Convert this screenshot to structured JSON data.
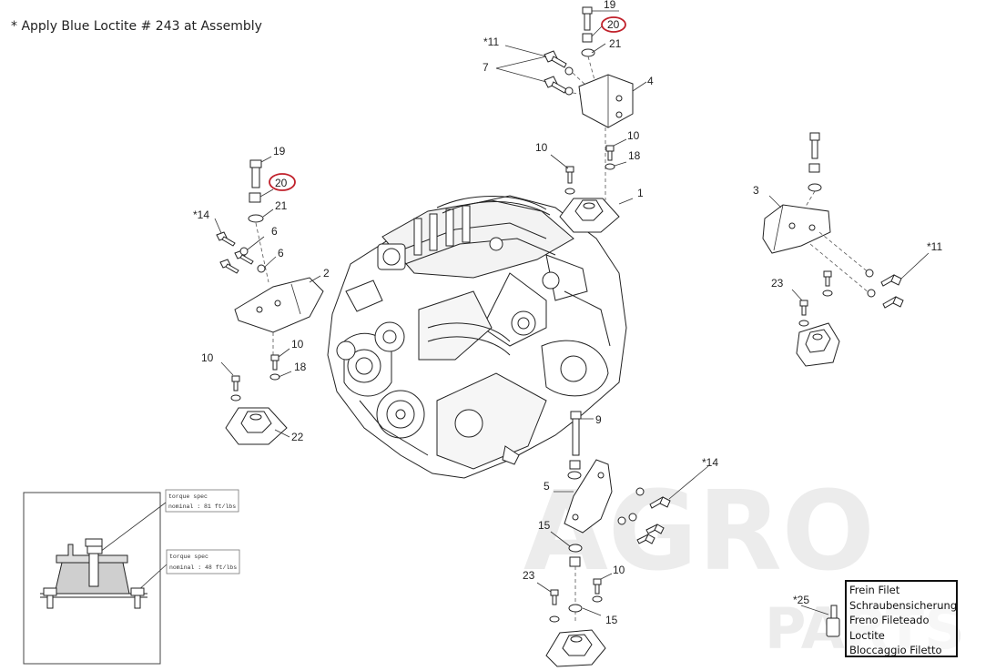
{
  "note": "* Apply Blue Loctite # 243 at Assembly",
  "watermark": {
    "line1": "AGRO",
    "line2": "PARTS"
  },
  "colors": {
    "highlight": "#c0202a",
    "line": "#222222",
    "watermark": "#e9e9e9"
  },
  "callouts": {
    "c19a": "19",
    "c20a": "20",
    "c21a": "21",
    "c11a": "*11",
    "c7": "7",
    "c4": "4",
    "c10a": "10",
    "c10b": "10",
    "c18a": "18",
    "c1": "1",
    "c19b": "19",
    "c20b": "20",
    "c21b": "21",
    "c14a": "*14",
    "c6a": "6",
    "c6b": "6",
    "c2": "2",
    "c10c": "10",
    "c10d": "10",
    "c18b": "18",
    "c22": "22",
    "c3": "3",
    "c11b": "*11",
    "c23a": "23",
    "c9": "9",
    "c14b": "*14",
    "c5": "5",
    "c15a": "15",
    "c23b": "23",
    "c10e": "10",
    "c15b": "15",
    "c25": "*25"
  },
  "detail": {
    "torque_top": {
      "line1": "torque spec",
      "line2": "nominal : 81 ft/lbs"
    },
    "torque_bottom": {
      "line1": "torque spec",
      "line2": "nominal : 48 ft/lbs"
    }
  },
  "legend": [
    "Frein Filet",
    "Schraubensicherung",
    "Freno Fileteado",
    "Loctite",
    "Bloccaggio Filetto"
  ]
}
